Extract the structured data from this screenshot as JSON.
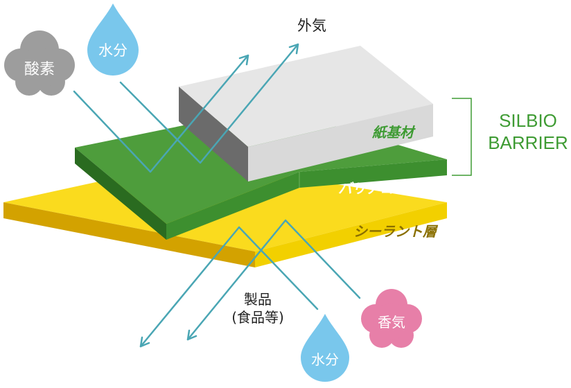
{
  "labels": {
    "outside_air": "外気",
    "product_line1": "製品",
    "product_line2": "(食品等)",
    "brand_line1": "SILBIO",
    "brand_line2": "BARRIER"
  },
  "layers": {
    "paper": "紙基材",
    "barrier": "バリアコート層",
    "sealant": "シーラント層"
  },
  "bubbles": {
    "oxygen": "酸素",
    "moisture_top": "水分",
    "aroma": "香気",
    "moisture_bottom": "水分"
  },
  "colors": {
    "paper_top": "#e6e6e6",
    "paper_front": "#d9d9d9",
    "paper_side": "#6b6b6b",
    "barrier_top": "#4e9d3c",
    "barrier_front": "#3d8f2f",
    "barrier_side": "#2a6b20",
    "sealant_top": "#fadb1e",
    "sealant_front": "#f2d000",
    "sealant_side": "#d3a200",
    "arrow": "#4aa6b4",
    "water": "#79c7ec",
    "oxygen_cloud": "#9d9d9d",
    "aroma_cloud": "#e77fa8",
    "brand_green": "#3e9b33"
  }
}
